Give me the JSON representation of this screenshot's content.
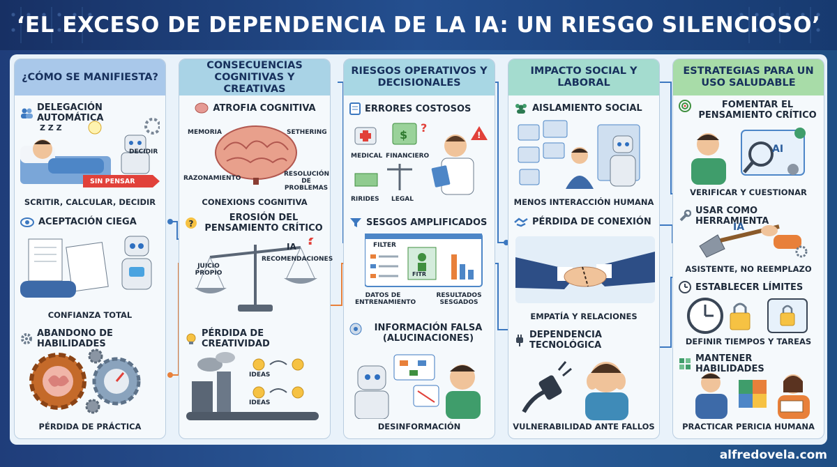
{
  "title": "‘EL EXCESO DE DEPENDENCIA DE LA IA: UN RIESGO SILENCIOSO’",
  "footer_url": "alfredovela.com",
  "colors": {
    "title_bg": "#1f3d7a",
    "accent_orange": "#e8803a",
    "accent_blue": "#3c78c0",
    "col1": "#a9c8ea",
    "col2": "#a9d3e6",
    "col3": "#a8d7e4",
    "col4": "#a4dccf",
    "col5": "#a8dca8"
  },
  "columns": [
    {
      "header": "¿CÓMO SE MANIFIESTA?",
      "sections": [
        {
          "title": "DELEGACIÓN AUTOMÁTICA",
          "icon": "people-icon",
          "labels": {
            "zzz": "Z Z Z",
            "decidir": "DECIDIR",
            "banner": "SIN PENSAR"
          },
          "caption": "SCRITIR, CALCULAR, DECIDIR"
        },
        {
          "title": "ACEPTACIÓN CIEGA",
          "icon": "eye-icon",
          "caption": "CONFIANZA TOTAL"
        },
        {
          "title": "ABANDONO DE HABILIDADES",
          "icon": "gears-icon",
          "caption": "PÉRDIDA DE PRÁCTICA"
        }
      ]
    },
    {
      "header": "CONSECUENCIAS COGNITIVAS Y CREATIVAS",
      "sections": [
        {
          "title": "ATROFIA COGNITIVA",
          "icon": "brain-icon",
          "labels": {
            "memoria": "MEMORIA",
            "sethering": "SETHERING",
            "razonamiento": "RAZONAMIENTO",
            "resolucion": "RESOLUCIÓN DE PROBLEMAS"
          },
          "caption": "CONEXIONS COGNITIVA"
        },
        {
          "title": "EROSIÓN DEL PENSAMIENTO CRÍTICO",
          "icon": "head-question-icon",
          "labels": {
            "ia": "IA",
            "juicio": "JUICIO PROPIO",
            "recomendaciones": "RECOMENDACIONES"
          }
        },
        {
          "title": "PÉRDIDA DE CREATIVIDAD",
          "icon": "bulb-head-icon",
          "labels": {
            "ideas1": "IDEAS",
            "ideas2": "IDEAS"
          }
        }
      ]
    },
    {
      "header": "RIESGOS OPERATIVOS Y DECISIONALES",
      "sections": [
        {
          "title": "ERRORES COSTOSOS",
          "icon": "checklist-icon",
          "labels": {
            "medical": "MEDICAL",
            "financiero": "FINANCIERO",
            "ririds": "RIRIDES",
            "legal": "LEGAL"
          }
        },
        {
          "title": "SESGOS AMPLIFICADOS",
          "icon": "filter-icon",
          "labels": {
            "filter": "FILTER",
            "fitr": "FITR",
            "datos": "DATOS DE ENTRENAMIENTO",
            "resultados": "RESULTADOS SESGADOS"
          }
        },
        {
          "title": "INFORMACIÓN FALSA (ALUCINACIONES)",
          "icon": "ai-head-icon",
          "caption": "DESINFORMACIÓN"
        }
      ]
    },
    {
      "header": "IMPACTO SOCIAL Y LABORAL",
      "sections": [
        {
          "title": "AISLAMIENTO SOCIAL",
          "icon": "group-icon",
          "caption": "MENOS INTERACCIÓN HUMANA"
        },
        {
          "title": "PÉRDIDA DE CONEXIÓN",
          "icon": "handshake-icon",
          "caption": "EMPATÍA Y RELACIONES"
        },
        {
          "title": "DEPENDENCIA TECNOLÓGICA",
          "icon": "plug-icon",
          "caption": "VULNERABILIDAD ANTE FALLOS"
        }
      ]
    },
    {
      "header": "ESTRATEGIAS PARA UN USO SALUDABLE",
      "sections": [
        {
          "title": "FOMENTAR EL PENSAMIENTO CRÍTICO",
          "icon": "target-icon",
          "labels": {
            "ai": "AI"
          },
          "caption": "VERIFICAR Y CUESTIONAR"
        },
        {
          "title": "USAR COMO HERRAMIENTA",
          "icon": "wrench-icon",
          "labels": {
            "ia": "IA"
          },
          "caption": "ASISTENTE, NO REEMPLAZO"
        },
        {
          "title": "ESTABLECER LÍMITES",
          "icon": "clock-icon",
          "caption": "DEFINIR TIEMPOS Y TAREAS"
        },
        {
          "title": "MANTENER HABILIDADES",
          "icon": "puzzle-icon",
          "caption": "PRACTICAR PERICIA HUMANA"
        }
      ]
    }
  ]
}
